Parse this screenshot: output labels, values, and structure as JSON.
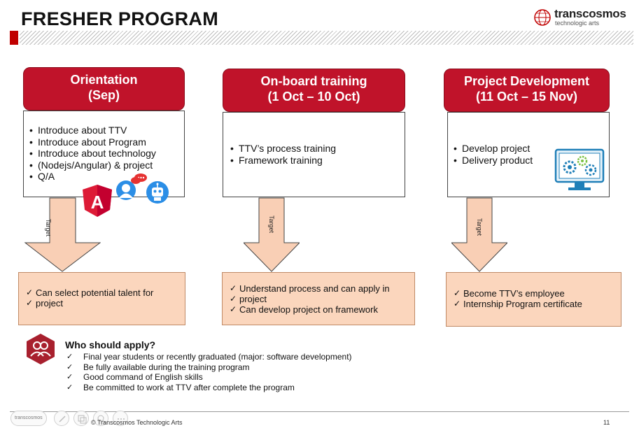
{
  "header": {
    "title": "FRESHER PROGRAM",
    "logo_main": "transcosmos",
    "logo_sub": "technologic arts"
  },
  "colors": {
    "brand_red": "#c0132a",
    "result_fill": "#fbd6bd",
    "arrow_fill": "#f9cfb5"
  },
  "stages": [
    {
      "title_line1": "Orientation",
      "title_line2": "(Sep)",
      "items": [
        "Introduce about TTV",
        "Introduce about Program",
        "Introduce about technology",
        "Q/A"
      ],
      "item3_cont": "(Nodejs/Angular) & project",
      "target_label": "Target",
      "results": [
        "Can select potential talent for",
        "project"
      ]
    },
    {
      "title_line1": "On-board training",
      "title_line2": "(1 Oct – 10 Oct)",
      "items": [
        "TTV’s process training",
        "Framework training"
      ],
      "target_label": "Target",
      "results": [
        "Understand process and can apply in",
        "project",
        "Can develop project on framework"
      ]
    },
    {
      "title_line1": "Project Development",
      "title_line2": "(11 Oct – 15 Nov)",
      "items": [
        "Develop project",
        "Delivery product"
      ],
      "target_label": "Target",
      "results": [
        "Become TTV’s employee",
        "Internship Program certificate"
      ]
    }
  ],
  "icons": {
    "angular": "angular-logo-icon",
    "user_chat": "user-chat-icon",
    "robot": "robot-icon",
    "monitor_gears": "monitor-gears-icon",
    "group": "group-icon"
  },
  "angular_letter": "A",
  "who": {
    "title": "Who should apply?",
    "items": [
      "Final year students or recently graduated (major: software development)",
      "Be fully available during the training program",
      "Good command of English skills",
      "Be committed to work at TTV after complete the program"
    ]
  },
  "footer": {
    "logo": "transcosmos",
    "copyright": "© Transcosmos Technologic Arts",
    "page": "11"
  }
}
